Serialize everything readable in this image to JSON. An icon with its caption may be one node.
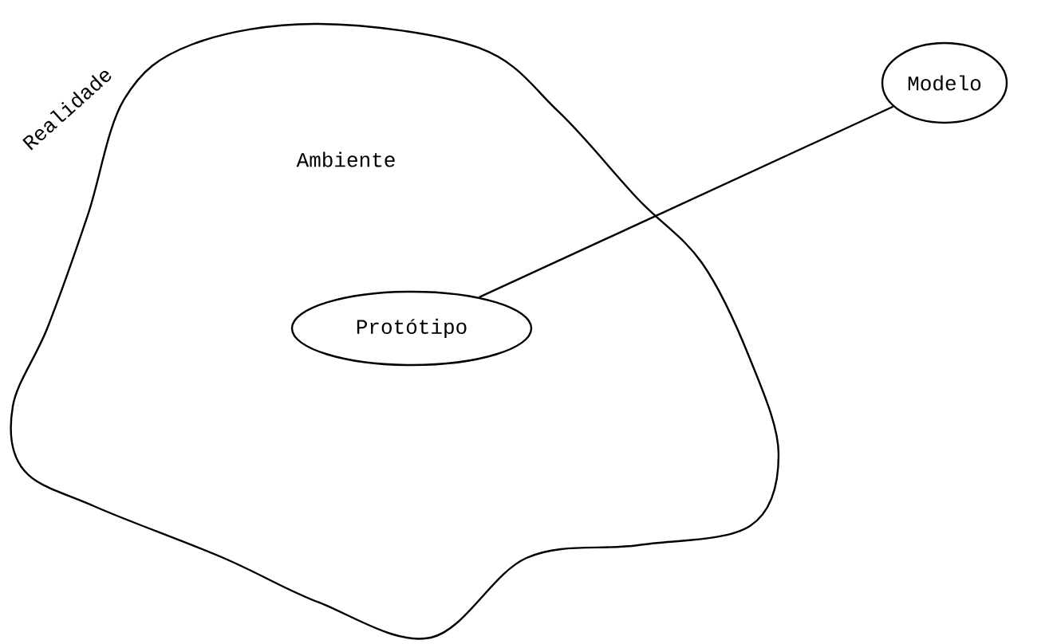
{
  "diagram": {
    "nodes": [
      {
        "text": [
          "Ambiente"
        ],
        "beside": [
          "Realidade"
        ]
      },
      {
        "text": [
          "Protótipo"
        ],
        "in": 0
      },
      {
        "text": [
          "Modelo"
        ]
      }
    ],
    "edges": [
      {
        "from": 1,
        "to": 2,
        "arrow": "none"
      }
    ]
  }
}
